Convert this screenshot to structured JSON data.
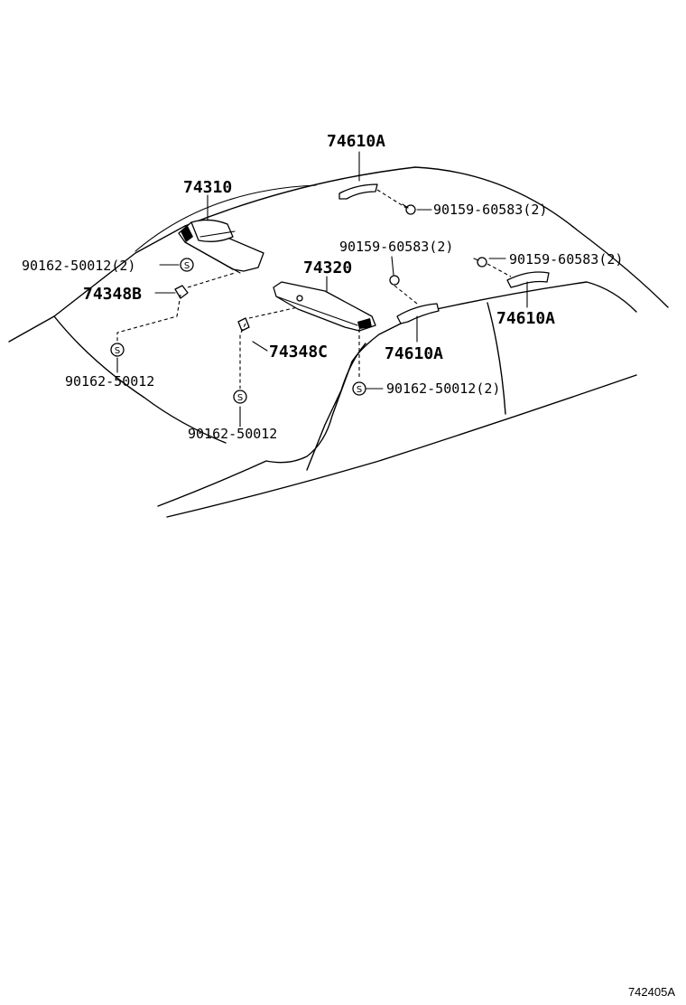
{
  "callouts": {
    "handle_rear_top": "74610A",
    "visor_left": "74310",
    "visor_right": "74320",
    "screw_top_right": "90159-60583(2)",
    "screw_mid": "90159-60583(2)",
    "screw_right": "90159-60583(2)",
    "handle_right": "74610A",
    "handle_mid": "74610A",
    "clip_left": "90162-50012(2)",
    "holder_b": "74348B",
    "holder_c": "74348C",
    "clip_lower_left": "90162-50012",
    "clip_center": "90162-50012",
    "clip_right": "90162-50012(2)"
  },
  "symbol_letter": "S",
  "figure_code": "742405A"
}
